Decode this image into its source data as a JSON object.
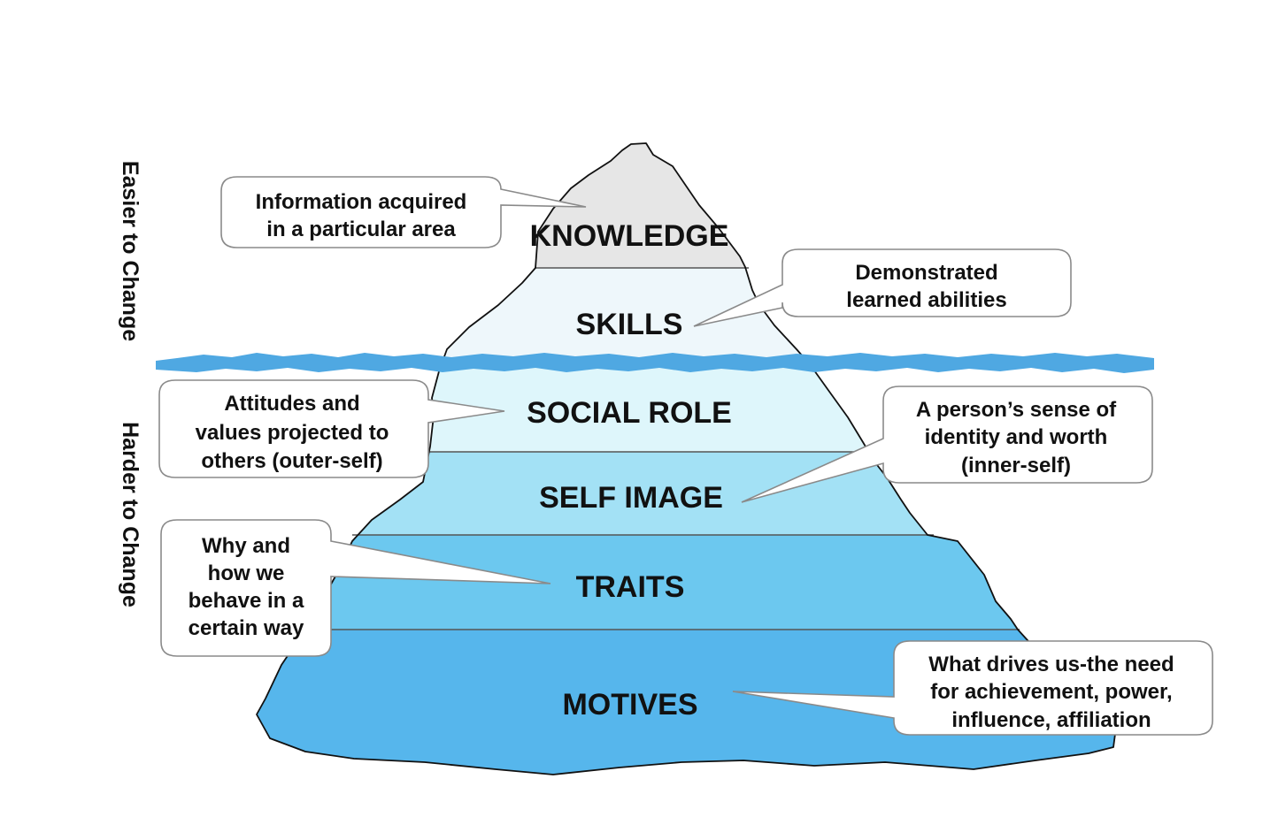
{
  "axis": {
    "upper_label": "Easier to Change",
    "lower_label": "Harder to Change"
  },
  "layers": [
    {
      "label": "KNOWLEDGE",
      "color": "#e6e6e6"
    },
    {
      "label": "SKILLS",
      "color": "#eef7fb"
    },
    {
      "label": "SOCIAL ROLE",
      "color": "#def6fb"
    },
    {
      "label": "SELF IMAGE",
      "color": "#a3e1f5"
    },
    {
      "label": "TRAITS",
      "color": "#6cc8ef"
    },
    {
      "label": "MOTIVES",
      "color": "#56b6ec"
    }
  ],
  "callouts": {
    "knowledge": {
      "lines": [
        "Information acquired",
        "in a particular area"
      ]
    },
    "skills": {
      "lines": [
        "Demonstrated",
        "learned abilities"
      ]
    },
    "social_role": {
      "lines": [
        "Attitudes and",
        "values projected to",
        "others (outer-self)"
      ]
    },
    "self_image": {
      "lines": [
        "A person’s sense of",
        "identity and worth",
        "(inner-self)"
      ]
    },
    "traits": {
      "lines": [
        "Why and",
        "how we",
        "behave in a",
        "certain way"
      ]
    },
    "motives": {
      "lines": [
        "What drives us-the need",
        "for achievement, power,",
        "influence, affiliation"
      ]
    }
  },
  "colors": {
    "water_line": "#4fa8e2",
    "outline": "#111111",
    "background": "#ffffff"
  }
}
